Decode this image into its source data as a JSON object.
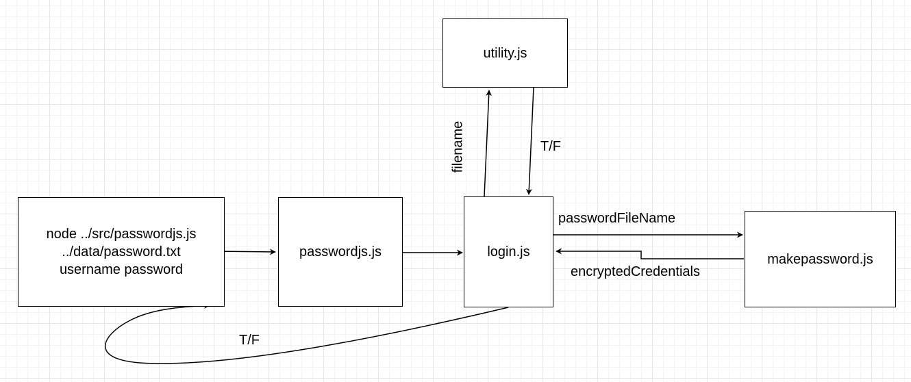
{
  "nodes": {
    "command": "node ../src/passwordjs.js\n../data/password.txt\nusername password",
    "passwordjs": "passwordjs.js",
    "login": "login.js",
    "utility": "utility.js",
    "makepassword": "makepassword.js"
  },
  "edges": {
    "login_to_utility": "filename",
    "utility_to_login": "T/F",
    "login_to_makepassword": "passwordFileName",
    "makepassword_to_login": "encryptedCredentials",
    "login_to_command": "T/F"
  }
}
